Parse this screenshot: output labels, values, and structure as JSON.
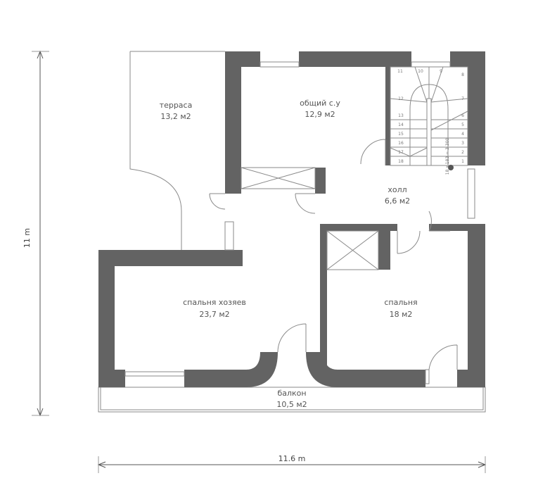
{
  "plan": {
    "rooms": [
      {
        "name": "терраса",
        "area": "13,2 м2"
      },
      {
        "name": "общий с.у",
        "area": "12,9 м2"
      },
      {
        "name": "холл",
        "area": "6,6 м2"
      },
      {
        "name": "спальня хозяев",
        "area": "23,7 м2"
      },
      {
        "name": "спальня",
        "area": "18 м2"
      },
      {
        "name": "балкон",
        "area": "10,5 м2"
      }
    ],
    "dimensions": {
      "height": "11 m",
      "width": "11.6 m"
    },
    "stairs": {
      "steps": [
        "1",
        "2",
        "3",
        "4",
        "5",
        "6",
        "7",
        "8",
        "9",
        "10",
        "11",
        "12",
        "13",
        "14",
        "15",
        "16",
        "17",
        "18"
      ],
      "formula": "18 x 183 = 3 300"
    },
    "colors": {
      "wall": "#636363",
      "line": "#8a8a8a"
    }
  }
}
